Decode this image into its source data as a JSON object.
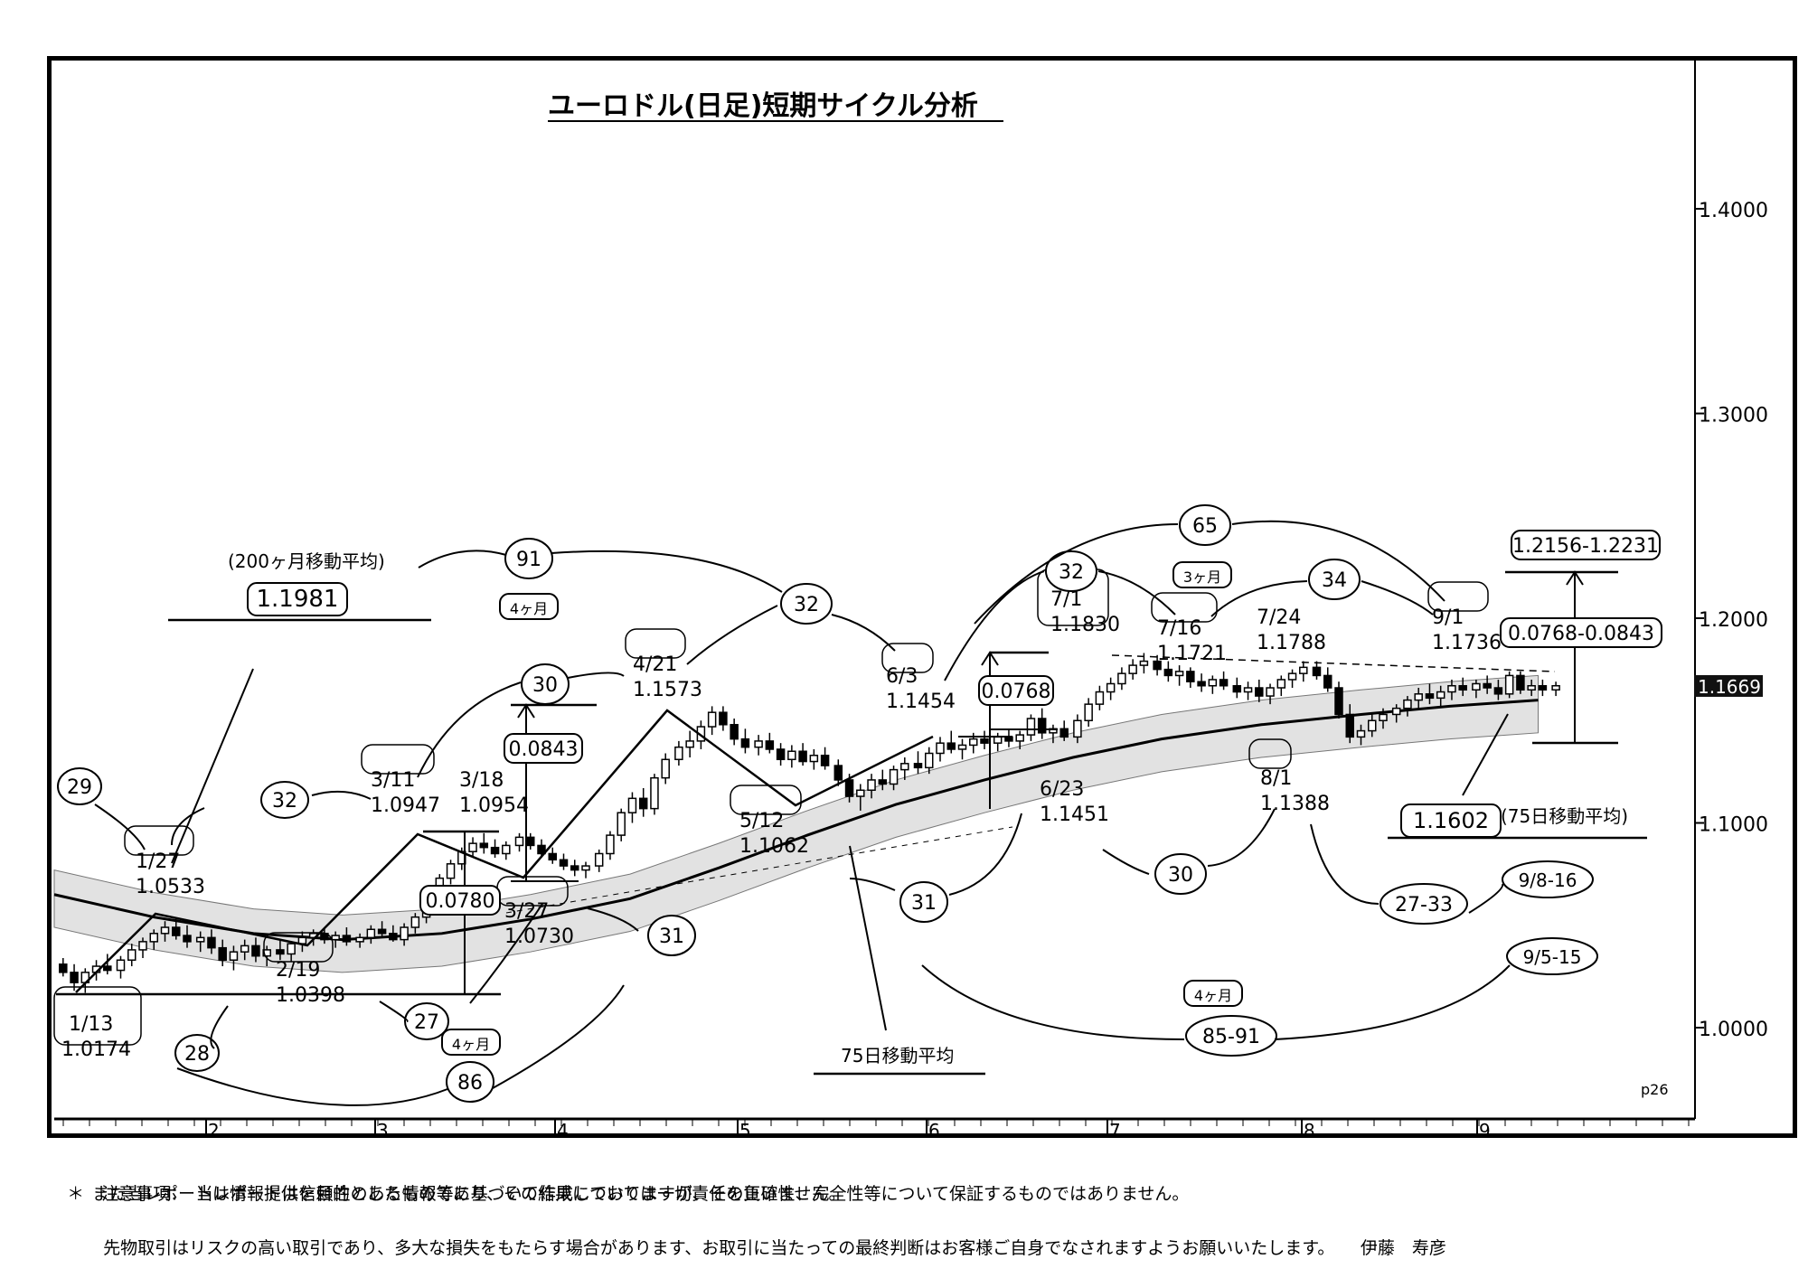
{
  "chart_data": {
    "type": "candlestick",
    "title": "ユーロドル(日足)短期サイクル分析",
    "page_label": "p26",
    "y_ticks": [
      {
        "value": 1.4,
        "label": "1.4000"
      },
      {
        "value": 1.3,
        "label": "1.3000"
      },
      {
        "value": 1.2,
        "label": "1.2000"
      },
      {
        "value": 1.1,
        "label": "1.1000"
      },
      {
        "value": 1.0,
        "label": "1.0000"
      }
    ],
    "ylim": [
      0.95,
      1.47
    ],
    "current_price_label": "1.1669",
    "current_price": 1.1669,
    "x_months": [
      "2",
      "3",
      "4",
      "5",
      "6",
      "7",
      "8",
      "9"
    ],
    "pivots": [
      {
        "date": "1/13",
        "price": "1.0174",
        "kind": "low"
      },
      {
        "date": "1/27",
        "price": "1.0533",
        "kind": "high"
      },
      {
        "date": "2/19",
        "price": "1.0398",
        "kind": "low"
      },
      {
        "date": "3/11",
        "price": "1.0947",
        "kind": "high"
      },
      {
        "date": "3/18",
        "price": "1.0954",
        "kind": "high"
      },
      {
        "date": "3/27",
        "price": "1.0730",
        "kind": "low"
      },
      {
        "date": "4/21",
        "price": "1.1573",
        "kind": "high"
      },
      {
        "date": "5/12",
        "price": "1.1062",
        "kind": "low"
      },
      {
        "date": "6/3",
        "price": "1.1454",
        "kind": "high"
      },
      {
        "date": "6/23",
        "price": "1.1451",
        "kind": "low"
      },
      {
        "date": "7/1",
        "price": "1.1830",
        "kind": "high"
      },
      {
        "date": "7/16",
        "price": "1.1721",
        "kind": "high"
      },
      {
        "date": "7/24",
        "price": "1.1788",
        "kind": "high"
      },
      {
        "date": "8/1",
        "price": "1.1388",
        "kind": "low"
      },
      {
        "date": "9/1",
        "price": "1.1736",
        "kind": "high"
      }
    ],
    "cycle_counts": [
      "29",
      "32",
      "28",
      "27",
      "86",
      "30",
      "31",
      "91",
      "32",
      "31",
      "32",
      "65",
      "30",
      "34",
      "27-33",
      "9/8-16",
      "9/5-15",
      "85-91"
    ],
    "period_labels": [
      "4ヶ月",
      "4ヶ月",
      "3ヶ月",
      "4ヶ月"
    ],
    "ranges": [
      "0.0780",
      "0.0843",
      "0.0768",
      "0.0768-0.0843"
    ],
    "target_range": "1.2156-1.2231",
    "ma200_label": "(200ヶ月移動平均)",
    "ma200_value": "1.1981",
    "ma75_label": "75日移動平均",
    "ma75_value": "1.1602",
    "ma75_label_paren": "(75日移動平均)",
    "ma75_curve": [
      {
        "x": 0,
        "y": 1.065
      },
      {
        "x": 45,
        "y": 1.054
      },
      {
        "x": 90,
        "y": 1.046
      },
      {
        "x": 130,
        "y": 1.043
      },
      {
        "x": 175,
        "y": 1.046
      },
      {
        "x": 215,
        "y": 1.053
      },
      {
        "x": 260,
        "y": 1.063
      },
      {
        "x": 300,
        "y": 1.078
      },
      {
        "x": 340,
        "y": 1.094
      },
      {
        "x": 380,
        "y": 1.109
      },
      {
        "x": 420,
        "y": 1.121
      },
      {
        "x": 460,
        "y": 1.132
      },
      {
        "x": 500,
        "y": 1.141
      },
      {
        "x": 545,
        "y": 1.148
      },
      {
        "x": 590,
        "y": 1.153
      },
      {
        "x": 630,
        "y": 1.157
      },
      {
        "x": 670,
        "y": 1.16
      }
    ],
    "candles": [
      {
        "x": 4,
        "o": 1.031,
        "h": 1.034,
        "l": 1.025,
        "c": 1.027
      },
      {
        "x": 9,
        "o": 1.027,
        "h": 1.031,
        "l": 1.018,
        "c": 1.022
      },
      {
        "x": 14,
        "o": 1.022,
        "h": 1.029,
        "l": 1.017,
        "c": 1.027
      },
      {
        "x": 19,
        "o": 1.027,
        "h": 1.033,
        "l": 1.023,
        "c": 1.03
      },
      {
        "x": 24,
        "o": 1.03,
        "h": 1.036,
        "l": 1.026,
        "c": 1.028
      },
      {
        "x": 30,
        "o": 1.028,
        "h": 1.035,
        "l": 1.024,
        "c": 1.033
      },
      {
        "x": 35,
        "o": 1.033,
        "h": 1.041,
        "l": 1.03,
        "c": 1.038
      },
      {
        "x": 40,
        "o": 1.038,
        "h": 1.044,
        "l": 1.034,
        "c": 1.042
      },
      {
        "x": 45,
        "o": 1.042,
        "h": 1.048,
        "l": 1.038,
        "c": 1.046
      },
      {
        "x": 50,
        "o": 1.046,
        "h": 1.052,
        "l": 1.042,
        "c": 1.049
      },
      {
        "x": 55,
        "o": 1.049,
        "h": 1.053,
        "l": 1.043,
        "c": 1.045
      },
      {
        "x": 60,
        "o": 1.045,
        "h": 1.05,
        "l": 1.039,
        "c": 1.042
      },
      {
        "x": 66,
        "o": 1.042,
        "h": 1.047,
        "l": 1.037,
        "c": 1.044
      },
      {
        "x": 71,
        "o": 1.044,
        "h": 1.048,
        "l": 1.036,
        "c": 1.039
      },
      {
        "x": 76,
        "o": 1.039,
        "h": 1.043,
        "l": 1.03,
        "c": 1.033
      },
      {
        "x": 81,
        "o": 1.033,
        "h": 1.04,
        "l": 1.028,
        "c": 1.037
      },
      {
        "x": 86,
        "o": 1.037,
        "h": 1.043,
        "l": 1.033,
        "c": 1.04
      },
      {
        "x": 91,
        "o": 1.04,
        "h": 1.044,
        "l": 1.032,
        "c": 1.035
      },
      {
        "x": 96,
        "o": 1.035,
        "h": 1.04,
        "l": 1.03,
        "c": 1.038
      },
      {
        "x": 102,
        "o": 1.038,
        "h": 1.043,
        "l": 1.033,
        "c": 1.036
      },
      {
        "x": 107,
        "o": 1.036,
        "h": 1.042,
        "l": 1.032,
        "c": 1.041
      },
      {
        "x": 112,
        "o": 1.041,
        "h": 1.047,
        "l": 1.037,
        "c": 1.044
      },
      {
        "x": 117,
        "o": 1.044,
        "h": 1.048,
        "l": 1.04,
        "c": 1.046
      },
      {
        "x": 122,
        "o": 1.046,
        "h": 1.049,
        "l": 1.041,
        "c": 1.043
      },
      {
        "x": 127,
        "o": 1.043,
        "h": 1.047,
        "l": 1.039,
        "c": 1.045
      },
      {
        "x": 132,
        "o": 1.045,
        "h": 1.049,
        "l": 1.04,
        "c": 1.042
      },
      {
        "x": 138,
        "o": 1.042,
        "h": 1.046,
        "l": 1.039,
        "c": 1.044
      },
      {
        "x": 143,
        "o": 1.044,
        "h": 1.05,
        "l": 1.041,
        "c": 1.048
      },
      {
        "x": 148,
        "o": 1.048,
        "h": 1.052,
        "l": 1.044,
        "c": 1.046
      },
      {
        "x": 153,
        "o": 1.046,
        "h": 1.05,
        "l": 1.042,
        "c": 1.043
      },
      {
        "x": 158,
        "o": 1.043,
        "h": 1.051,
        "l": 1.04,
        "c": 1.049
      },
      {
        "x": 163,
        "o": 1.049,
        "h": 1.056,
        "l": 1.046,
        "c": 1.054
      },
      {
        "x": 168,
        "o": 1.054,
        "h": 1.066,
        "l": 1.051,
        "c": 1.064
      },
      {
        "x": 174,
        "o": 1.064,
        "h": 1.075,
        "l": 1.061,
        "c": 1.073
      },
      {
        "x": 179,
        "o": 1.073,
        "h": 1.082,
        "l": 1.07,
        "c": 1.08
      },
      {
        "x": 184,
        "o": 1.08,
        "h": 1.088,
        "l": 1.077,
        "c": 1.086
      },
      {
        "x": 189,
        "o": 1.086,
        "h": 1.093,
        "l": 1.083,
        "c": 1.09
      },
      {
        "x": 194,
        "o": 1.09,
        "h": 1.095,
        "l": 1.085,
        "c": 1.088
      },
      {
        "x": 199,
        "o": 1.088,
        "h": 1.092,
        "l": 1.083,
        "c": 1.085
      },
      {
        "x": 204,
        "o": 1.085,
        "h": 1.091,
        "l": 1.082,
        "c": 1.089
      },
      {
        "x": 210,
        "o": 1.089,
        "h": 1.095,
        "l": 1.086,
        "c": 1.093
      },
      {
        "x": 215,
        "o": 1.093,
        "h": 1.095,
        "l": 1.087,
        "c": 1.089
      },
      {
        "x": 220,
        "o": 1.089,
        "h": 1.092,
        "l": 1.083,
        "c": 1.085
      },
      {
        "x": 225,
        "o": 1.085,
        "h": 1.088,
        "l": 1.08,
        "c": 1.082
      },
      {
        "x": 230,
        "o": 1.082,
        "h": 1.085,
        "l": 1.077,
        "c": 1.079
      },
      {
        "x": 235,
        "o": 1.079,
        "h": 1.082,
        "l": 1.074,
        "c": 1.077
      },
      {
        "x": 240,
        "o": 1.077,
        "h": 1.081,
        "l": 1.073,
        "c": 1.079
      },
      {
        "x": 246,
        "o": 1.079,
        "h": 1.087,
        "l": 1.076,
        "c": 1.085
      },
      {
        "x": 251,
        "o": 1.085,
        "h": 1.096,
        "l": 1.082,
        "c": 1.094
      },
      {
        "x": 256,
        "o": 1.094,
        "h": 1.107,
        "l": 1.091,
        "c": 1.105
      },
      {
        "x": 261,
        "o": 1.105,
        "h": 1.115,
        "l": 1.1,
        "c": 1.112
      },
      {
        "x": 266,
        "o": 1.112,
        "h": 1.117,
        "l": 1.103,
        "c": 1.107
      },
      {
        "x": 271,
        "o": 1.107,
        "h": 1.124,
        "l": 1.104,
        "c": 1.122
      },
      {
        "x": 276,
        "o": 1.122,
        "h": 1.134,
        "l": 1.119,
        "c": 1.131
      },
      {
        "x": 282,
        "o": 1.131,
        "h": 1.14,
        "l": 1.128,
        "c": 1.137
      },
      {
        "x": 287,
        "o": 1.137,
        "h": 1.145,
        "l": 1.132,
        "c": 1.14
      },
      {
        "x": 292,
        "o": 1.14,
        "h": 1.15,
        "l": 1.136,
        "c": 1.147
      },
      {
        "x": 297,
        "o": 1.147,
        "h": 1.157,
        "l": 1.143,
        "c": 1.154
      },
      {
        "x": 302,
        "o": 1.154,
        "h": 1.157,
        "l": 1.145,
        "c": 1.148
      },
      {
        "x": 307,
        "o": 1.148,
        "h": 1.151,
        "l": 1.138,
        "c": 1.141
      },
      {
        "x": 312,
        "o": 1.141,
        "h": 1.146,
        "l": 1.134,
        "c": 1.137
      },
      {
        "x": 318,
        "o": 1.137,
        "h": 1.143,
        "l": 1.133,
        "c": 1.14
      },
      {
        "x": 323,
        "o": 1.14,
        "h": 1.144,
        "l": 1.134,
        "c": 1.136
      },
      {
        "x": 328,
        "o": 1.136,
        "h": 1.139,
        "l": 1.128,
        "c": 1.131
      },
      {
        "x": 333,
        "o": 1.131,
        "h": 1.138,
        "l": 1.127,
        "c": 1.135
      },
      {
        "x": 338,
        "o": 1.135,
        "h": 1.139,
        "l": 1.128,
        "c": 1.13
      },
      {
        "x": 343,
        "o": 1.13,
        "h": 1.136,
        "l": 1.126,
        "c": 1.133
      },
      {
        "x": 348,
        "o": 1.133,
        "h": 1.137,
        "l": 1.126,
        "c": 1.128
      },
      {
        "x": 354,
        "o": 1.128,
        "h": 1.131,
        "l": 1.118,
        "c": 1.121
      },
      {
        "x": 359,
        "o": 1.121,
        "h": 1.124,
        "l": 1.11,
        "c": 1.113
      },
      {
        "x": 364,
        "o": 1.113,
        "h": 1.119,
        "l": 1.106,
        "c": 1.116
      },
      {
        "x": 369,
        "o": 1.116,
        "h": 1.124,
        "l": 1.112,
        "c": 1.121
      },
      {
        "x": 374,
        "o": 1.121,
        "h": 1.126,
        "l": 1.116,
        "c": 1.119
      },
      {
        "x": 379,
        "o": 1.119,
        "h": 1.128,
        "l": 1.116,
        "c": 1.126
      },
      {
        "x": 384,
        "o": 1.126,
        "h": 1.132,
        "l": 1.121,
        "c": 1.129
      },
      {
        "x": 390,
        "o": 1.129,
        "h": 1.135,
        "l": 1.124,
        "c": 1.127
      },
      {
        "x": 395,
        "o": 1.127,
        "h": 1.137,
        "l": 1.124,
        "c": 1.134
      },
      {
        "x": 400,
        "o": 1.134,
        "h": 1.142,
        "l": 1.13,
        "c": 1.139
      },
      {
        "x": 405,
        "o": 1.139,
        "h": 1.145,
        "l": 1.134,
        "c": 1.136
      },
      {
        "x": 410,
        "o": 1.136,
        "h": 1.141,
        "l": 1.131,
        "c": 1.138
      },
      {
        "x": 415,
        "o": 1.138,
        "h": 1.144,
        "l": 1.134,
        "c": 1.141
      },
      {
        "x": 420,
        "o": 1.141,
        "h": 1.145,
        "l": 1.136,
        "c": 1.139
      },
      {
        "x": 426,
        "o": 1.139,
        "h": 1.144,
        "l": 1.135,
        "c": 1.142
      },
      {
        "x": 431,
        "o": 1.142,
        "h": 1.146,
        "l": 1.137,
        "c": 1.14
      },
      {
        "x": 436,
        "o": 1.14,
        "h": 1.145,
        "l": 1.136,
        "c": 1.143
      },
      {
        "x": 441,
        "o": 1.143,
        "h": 1.153,
        "l": 1.14,
        "c": 1.151
      },
      {
        "x": 446,
        "o": 1.151,
        "h": 1.156,
        "l": 1.141,
        "c": 1.144
      },
      {
        "x": 451,
        "o": 1.144,
        "h": 1.148,
        "l": 1.139,
        "c": 1.146
      },
      {
        "x": 456,
        "o": 1.146,
        "h": 1.15,
        "l": 1.14,
        "c": 1.142
      },
      {
        "x": 462,
        "o": 1.142,
        "h": 1.153,
        "l": 1.139,
        "c": 1.15
      },
      {
        "x": 467,
        "o": 1.15,
        "h": 1.161,
        "l": 1.147,
        "c": 1.158
      },
      {
        "x": 472,
        "o": 1.158,
        "h": 1.167,
        "l": 1.155,
        "c": 1.164
      },
      {
        "x": 477,
        "o": 1.164,
        "h": 1.171,
        "l": 1.16,
        "c": 1.168
      },
      {
        "x": 482,
        "o": 1.168,
        "h": 1.176,
        "l": 1.165,
        "c": 1.173
      },
      {
        "x": 487,
        "o": 1.173,
        "h": 1.18,
        "l": 1.17,
        "c": 1.177
      },
      {
        "x": 492,
        "o": 1.177,
        "h": 1.183,
        "l": 1.173,
        "c": 1.179
      },
      {
        "x": 498,
        "o": 1.179,
        "h": 1.182,
        "l": 1.172,
        "c": 1.175
      },
      {
        "x": 503,
        "o": 1.175,
        "h": 1.179,
        "l": 1.169,
        "c": 1.172
      },
      {
        "x": 508,
        "o": 1.172,
        "h": 1.177,
        "l": 1.167,
        "c": 1.174
      },
      {
        "x": 513,
        "o": 1.174,
        "h": 1.176,
        "l": 1.166,
        "c": 1.169
      },
      {
        "x": 518,
        "o": 1.169,
        "h": 1.173,
        "l": 1.164,
        "c": 1.167
      },
      {
        "x": 523,
        "o": 1.167,
        "h": 1.172,
        "l": 1.163,
        "c": 1.17
      },
      {
        "x": 528,
        "o": 1.17,
        "h": 1.174,
        "l": 1.165,
        "c": 1.167
      },
      {
        "x": 534,
        "o": 1.167,
        "h": 1.171,
        "l": 1.161,
        "c": 1.164
      },
      {
        "x": 539,
        "o": 1.164,
        "h": 1.169,
        "l": 1.16,
        "c": 1.166
      },
      {
        "x": 544,
        "o": 1.166,
        "h": 1.17,
        "l": 1.159,
        "c": 1.162
      },
      {
        "x": 549,
        "o": 1.162,
        "h": 1.168,
        "l": 1.158,
        "c": 1.166
      },
      {
        "x": 554,
        "o": 1.166,
        "h": 1.172,
        "l": 1.162,
        "c": 1.17
      },
      {
        "x": 559,
        "o": 1.17,
        "h": 1.175,
        "l": 1.166,
        "c": 1.173
      },
      {
        "x": 564,
        "o": 1.173,
        "h": 1.179,
        "l": 1.169,
        "c": 1.176
      },
      {
        "x": 570,
        "o": 1.176,
        "h": 1.179,
        "l": 1.17,
        "c": 1.172
      },
      {
        "x": 575,
        "o": 1.172,
        "h": 1.176,
        "l": 1.164,
        "c": 1.166
      },
      {
        "x": 580,
        "o": 1.166,
        "h": 1.169,
        "l": 1.151,
        "c": 1.153
      },
      {
        "x": 585,
        "o": 1.153,
        "h": 1.158,
        "l": 1.139,
        "c": 1.142
      },
      {
        "x": 590,
        "o": 1.142,
        "h": 1.148,
        "l": 1.138,
        "c": 1.145
      },
      {
        "x": 595,
        "o": 1.145,
        "h": 1.153,
        "l": 1.142,
        "c": 1.15
      },
      {
        "x": 600,
        "o": 1.15,
        "h": 1.156,
        "l": 1.146,
        "c": 1.153
      },
      {
        "x": 606,
        "o": 1.153,
        "h": 1.158,
        "l": 1.149,
        "c": 1.156
      },
      {
        "x": 611,
        "o": 1.156,
        "h": 1.162,
        "l": 1.152,
        "c": 1.16
      },
      {
        "x": 616,
        "o": 1.16,
        "h": 1.166,
        "l": 1.156,
        "c": 1.163
      },
      {
        "x": 621,
        "o": 1.163,
        "h": 1.168,
        "l": 1.158,
        "c": 1.161
      },
      {
        "x": 626,
        "o": 1.161,
        "h": 1.167,
        "l": 1.157,
        "c": 1.164
      },
      {
        "x": 631,
        "o": 1.164,
        "h": 1.17,
        "l": 1.16,
        "c": 1.167
      },
      {
        "x": 636,
        "o": 1.167,
        "h": 1.171,
        "l": 1.162,
        "c": 1.165
      },
      {
        "x": 642,
        "o": 1.165,
        "h": 1.17,
        "l": 1.161,
        "c": 1.168
      },
      {
        "x": 647,
        "o": 1.168,
        "h": 1.172,
        "l": 1.163,
        "c": 1.166
      },
      {
        "x": 652,
        "o": 1.166,
        "h": 1.17,
        "l": 1.16,
        "c": 1.163
      },
      {
        "x": 657,
        "o": 1.163,
        "h": 1.174,
        "l": 1.161,
        "c": 1.172
      },
      {
        "x": 662,
        "o": 1.172,
        "h": 1.174,
        "l": 1.163,
        "c": 1.165
      },
      {
        "x": 667,
        "o": 1.165,
        "h": 1.17,
        "l": 1.162,
        "c": 1.167
      },
      {
        "x": 672,
        "o": 1.167,
        "h": 1.17,
        "l": 1.162,
        "c": 1.165
      },
      {
        "x": 678,
        "o": 1.165,
        "h": 1.169,
        "l": 1.162,
        "c": 1.167
      }
    ]
  },
  "disclaimer": {
    "mark": "＊",
    "line1": "注意事項：　当レポートは信頼性のある情報等に基づいて作成しておりますが、その正確性、完全性等について保証するものではありません。",
    "line2": "また当レポートは情報提供を目的としたものであり、その結果については一切責任を負いません。",
    "line3": "先物取引はリスクの高い取引であり、多大な損失をもたらす場合があります、お取引に当たっての最終判断はお客様ご自身でなされますようお願いいたします。",
    "author": "伊藤　寿彦"
  }
}
